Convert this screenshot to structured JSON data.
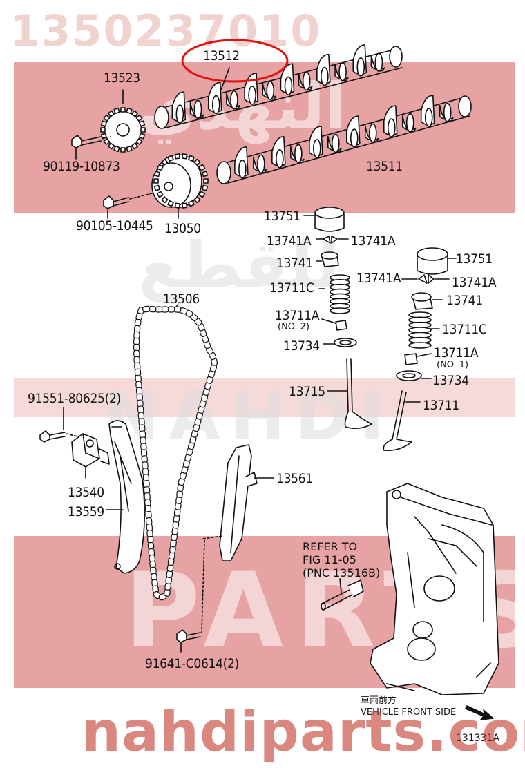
{
  "watermark": {
    "part_number": "1350237010",
    "site": "nahdiparts.com",
    "brand_en_1": "NAHDI",
    "brand_en_2": "PARTS",
    "brand_ar_1": "النهدي",
    "brand_ar_2": "للقطع"
  },
  "colors": {
    "band": "#e7a3a3",
    "watermark": "#c0392b",
    "highlight": "#e31010",
    "ink": "#111111"
  },
  "labels": {
    "p13512": "13512",
    "p13523": "13523",
    "p90119": "90119-10873",
    "p13511": "13511",
    "p90105": "90105-10445",
    "p13050": "13050",
    "p13751a": "13751",
    "p13741a_l": "13741A",
    "p13741a_r": "13741A",
    "p13741_l": "13741",
    "p13711c_l": "13711C",
    "p13711a_l": "13711A",
    "p13711a_l_sub": "(NO. 2)",
    "p13734_l": "13734",
    "p13715": "13715",
    "p13506": "13506",
    "p13751b": "13751",
    "p13741a_b_l": "13741A",
    "p13741a_b_r": "13741A",
    "p13741_r": "13741",
    "p13711c_r": "13711C",
    "p13711a_r": "13711A",
    "p13711a_r_sub": "(NO. 1)",
    "p13734_r": "13734",
    "p13711": "13711",
    "p91551": "91551-80625(2)",
    "p13540": "13540",
    "p13559": "13559",
    "p13561": "13561",
    "p91641": "91641-C0614(2)",
    "refer_1": "REFER TO",
    "refer_2": "FIG 11-05",
    "refer_3": "(PNC 13516B)",
    "front_jp": "車両前方",
    "front_en": "VEHICLE FRONT SIDE",
    "fig_no": "131331A"
  },
  "icons": {
    "highlight": "red-ellipse",
    "direction": "front-arrow-icon"
  }
}
